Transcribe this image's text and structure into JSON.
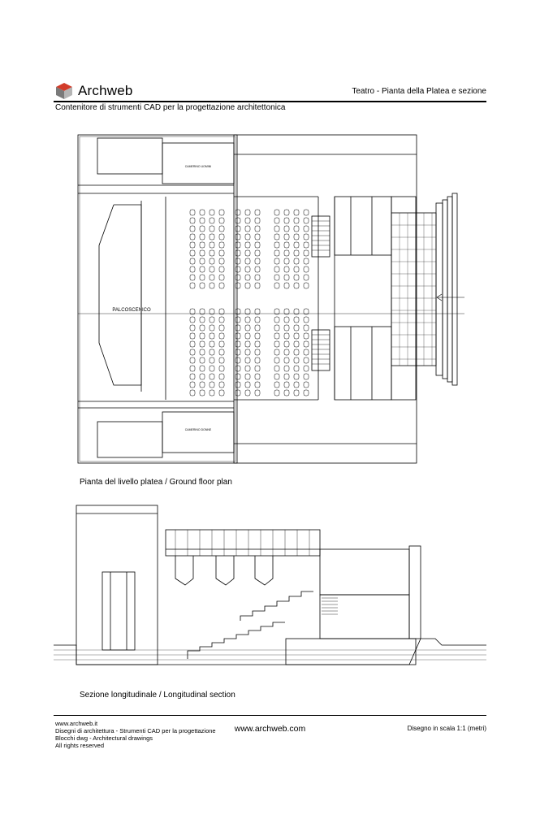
{
  "header": {
    "brand": "Archweb",
    "title": "Teatro - Pianta della Platea e sezione",
    "subtitle": "Contenitore di strumenti CAD per la progettazione architettonica"
  },
  "plan": {
    "caption": "Pianta del livello platea  /  Ground floor plan",
    "label_stage": "PALCOSCENICO",
    "label_dressing_men": "CAMERINO UOMINI",
    "label_dressing_women": "CAMERINO DONNE"
  },
  "section": {
    "caption": "Sezione longitudinale  /  Longitudinal section"
  },
  "footer": {
    "left_lines": [
      "www.archweb.it",
      "Disegni di architettura - Strumenti CAD  per la progettazione",
      "Blocchi dwg - Architectural drawings",
      "All rights reserved"
    ],
    "center": "www.archweb.com",
    "right": "Disegno in scala 1:1 (metri)"
  },
  "icons": {
    "logo": "archweb-cube-icon"
  }
}
